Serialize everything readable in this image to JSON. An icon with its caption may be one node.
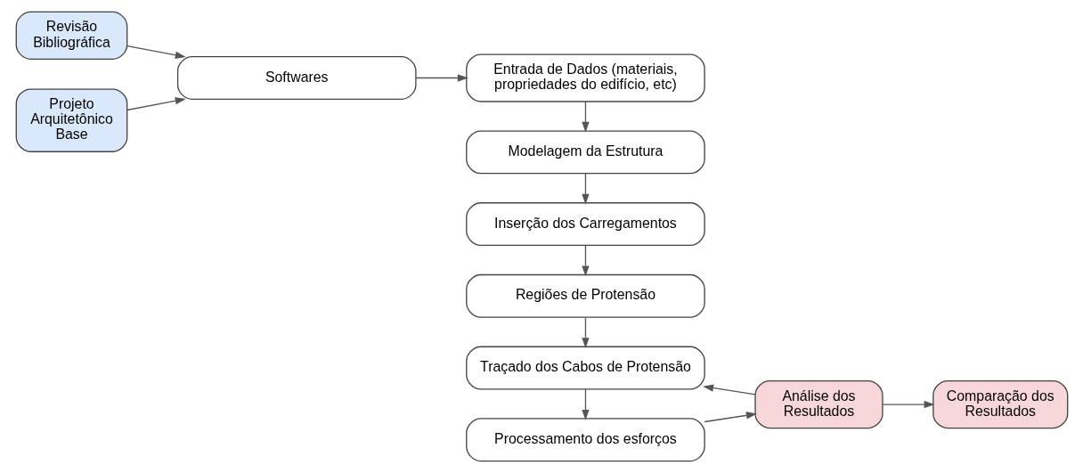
{
  "diagram": {
    "nodes": [
      {
        "text": [
          "Revisão Bibliográfica"
        ]
      },
      {
        "text": [
          "Projeto Arquitetônico Base"
        ]
      },
      {
        "text": [
          "Softwares"
        ]
      },
      {
        "text": [
          "Entrada de Dados (materiais, propriedades do edifício, etc)"
        ]
      },
      {
        "text": [
          "Modelagem da Estrutura"
        ]
      },
      {
        "text": [
          "Inserção dos Carregamentos"
        ]
      },
      {
        "text": [
          "Regiões de Protensão"
        ]
      },
      {
        "text": [
          "Traçado dos Cabos de Protensão"
        ]
      },
      {
        "text": [
          "Processamento dos esforços"
        ]
      },
      {
        "text": [
          "Análise dos Resultados"
        ]
      },
      {
        "text": [
          "Comparação dos Resultados"
        ]
      }
    ],
    "edges": [
      {
        "from": 0,
        "to": 2,
        "arrow": "to"
      },
      {
        "from": 1,
        "to": 2,
        "arrow": "to"
      },
      {
        "from": 2,
        "to": 3,
        "arrow": "to"
      },
      {
        "from": 3,
        "to": 4,
        "arrow": "to"
      },
      {
        "from": 4,
        "to": 5,
        "arrow": "to"
      },
      {
        "from": 5,
        "to": 6,
        "arrow": "to"
      },
      {
        "from": 6,
        "to": 7,
        "arrow": "to"
      },
      {
        "from": 7,
        "to": 8,
        "arrow": "to"
      },
      {
        "from": 8,
        "to": 9,
        "arrow": "to"
      },
      {
        "from": 9,
        "to": 7,
        "arrow": "to"
      },
      {
        "from": 9,
        "to": 10,
        "arrow": "to"
      }
    ]
  }
}
